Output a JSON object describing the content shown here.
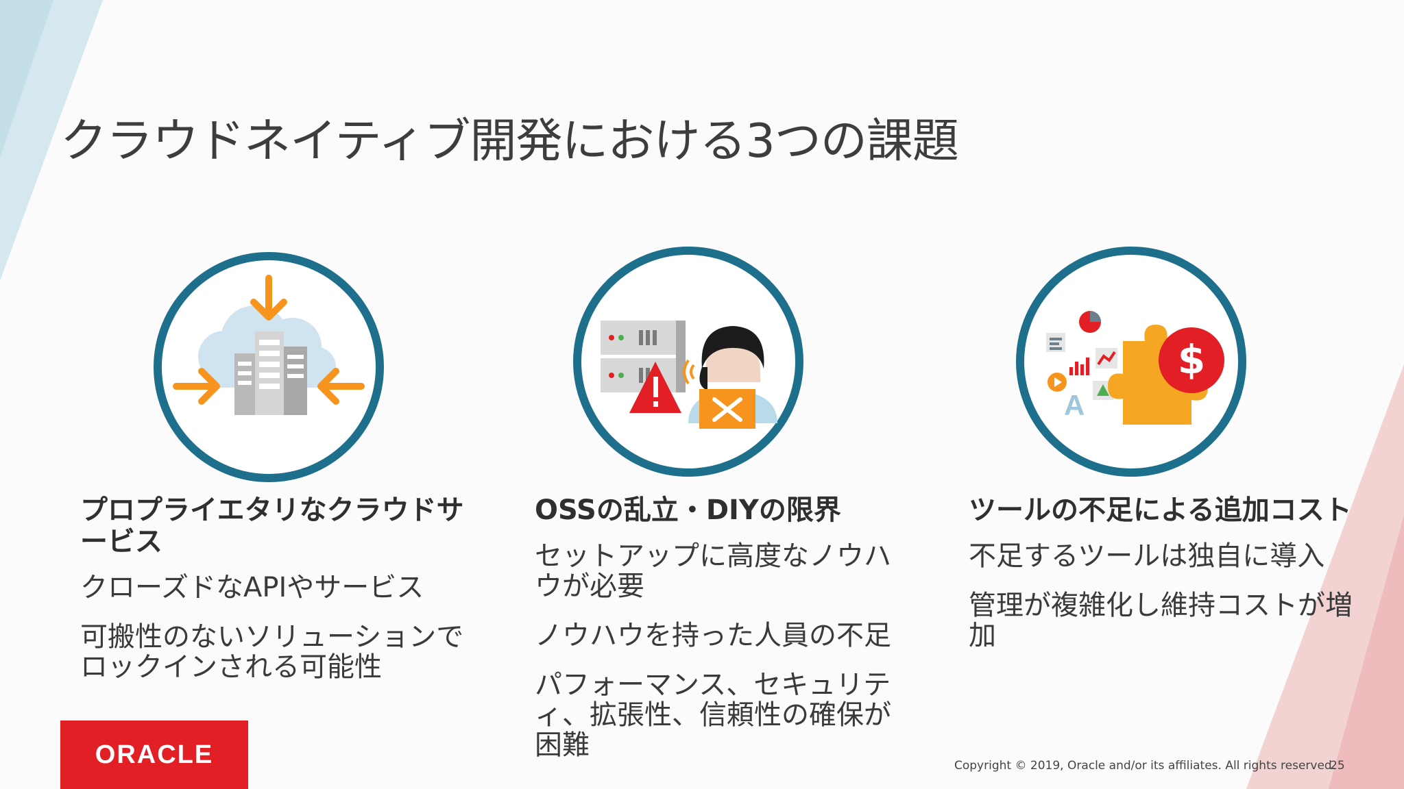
{
  "slide": {
    "title": "クラウドネイティブ開発における3つの課題"
  },
  "columns": [
    {
      "heading": "プロプライエタリなクラウドサービス",
      "items": [
        "クローズドなAPIやサービス",
        "可搬性のないソリューションでロックインされる可能性"
      ],
      "icon": "cloud-datacenter-lockin-icon"
    },
    {
      "heading": "OSSの乱立・DIYの限界",
      "items": [
        "セットアップに高度なノウハウが必要",
        "ノウハウを持った人員の不足",
        "パフォーマンス、セキュリティ、拡張性、信頼性の確保が困難"
      ],
      "icon": "server-warning-support-icon"
    },
    {
      "heading": "ツールの不足による追加コスト",
      "items": [
        "不足するツールは独自に導入",
        "管理が複雑化し維持コストが増加"
      ],
      "icon": "tools-puzzle-cost-icon"
    }
  ],
  "footer": {
    "logo_text": "ORACLE",
    "copyright": "Copyright © 2019, Oracle and/or its affiliates. All rights reserved.",
    "page_number": "25"
  },
  "colors": {
    "circle_ring": "#1d6f8c",
    "arrow_orange": "#f7941d",
    "alert_red": "#e21f25",
    "oracle_red": "#e21f25",
    "puzzle_orange": "#f5a623"
  }
}
